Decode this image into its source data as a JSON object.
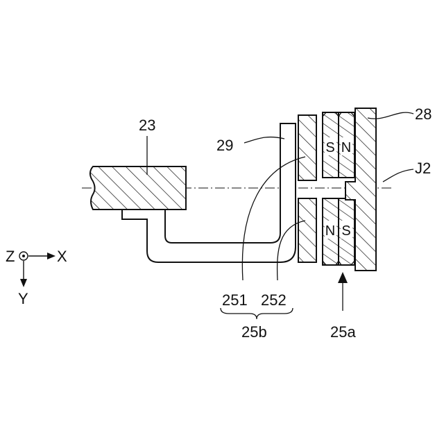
{
  "labels": {
    "part_23": "23",
    "part_29": "29",
    "part_28": "28",
    "axis_J2": "J2",
    "part_251": "251",
    "part_252": "252",
    "group_25b": "25b",
    "group_25a": "25a"
  },
  "magnet_poles": {
    "upper_left": "S",
    "upper_right": "N",
    "lower_left": "N",
    "lower_right": "S"
  },
  "axes": {
    "z": "Z",
    "x": "X",
    "y": "Y"
  }
}
